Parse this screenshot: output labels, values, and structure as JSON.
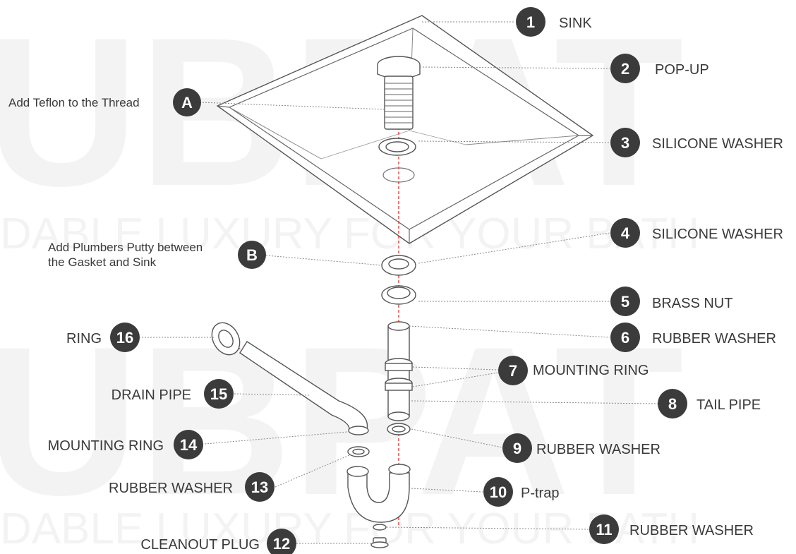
{
  "watermark": {
    "logo_top": "UBPAT",
    "tagline_top": "DABLE LUXURY FOR YOUR BATH",
    "logo_bottom": "UBPAT",
    "tagline_bottom": "DABLE LUXURY FOR YOUR BATH"
  },
  "parts": [
    {
      "badge": "1",
      "label": "SINK"
    },
    {
      "badge": "2",
      "label": "POP-UP"
    },
    {
      "badge": "3",
      "label": "SILICONE WASHER"
    },
    {
      "badge": "4",
      "label": "SILICONE WASHER"
    },
    {
      "badge": "5",
      "label": "BRASS NUT"
    },
    {
      "badge": "6",
      "label": "RUBBER WASHER"
    },
    {
      "badge": "7",
      "label": "MOUNTING RING"
    },
    {
      "badge": "8",
      "label": "TAIL PIPE"
    },
    {
      "badge": "9",
      "label": "RUBBER WASHER"
    },
    {
      "badge": "10",
      "label": "P-trap"
    },
    {
      "badge": "11",
      "label": "RUBBER WASHER"
    },
    {
      "badge": "12",
      "label": "CLEANOUT PLUG"
    },
    {
      "badge": "13",
      "label": "RUBBER WASHER"
    },
    {
      "badge": "14",
      "label": "MOUNTING RING"
    },
    {
      "badge": "15",
      "label": "DRAIN PIPE"
    },
    {
      "badge": "16",
      "label": "RING"
    }
  ],
  "notes": [
    {
      "badge": "A",
      "lines": [
        "Add Teflon to the Thread"
      ]
    },
    {
      "badge": "B",
      "lines": [
        "Add Plumbers Putty between",
        "the Gasket and Sink"
      ]
    }
  ],
  "colors": {
    "badge": "#3b3b3b",
    "axis": "#e0403a",
    "watermark": "#f3f3f3"
  }
}
